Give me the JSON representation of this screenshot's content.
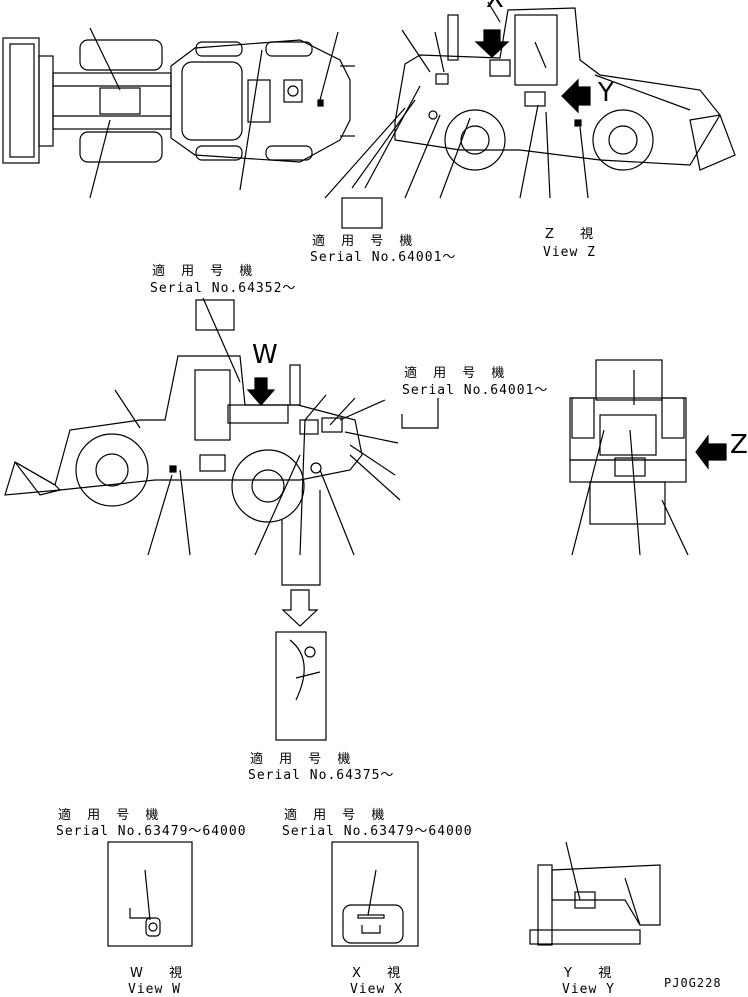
{
  "serial_blocks": {
    "z_side": {
      "jp": "適 用 号 機",
      "serial": "Serial No.64001～"
    },
    "top_left": {
      "jp": "適 用 号 機",
      "serial": "Serial No.64352～"
    },
    "mid_right": {
      "jp": "適 用 号 機",
      "serial": "Serial No.64001～"
    },
    "detail": {
      "jp": "適 用 号 機",
      "serial": "Serial No.64375～"
    },
    "view_w": {
      "jp": "適 用 号 機",
      "serial": "Serial No.63479～64000"
    },
    "view_x": {
      "jp": "適 用 号 機",
      "serial": "Serial No.63479～64000"
    }
  },
  "views": {
    "z": {
      "jp": "Z  視",
      "en": "View Z",
      "letter": "Z"
    },
    "w": {
      "jp": "W  視",
      "en": "View W",
      "letter": "W"
    },
    "x": {
      "jp": "X  視",
      "en": "View X",
      "letter": "X"
    },
    "y": {
      "jp": "Y  視",
      "en": "View Y",
      "letter": "Y"
    }
  },
  "drawing_code": "PJ0G228"
}
